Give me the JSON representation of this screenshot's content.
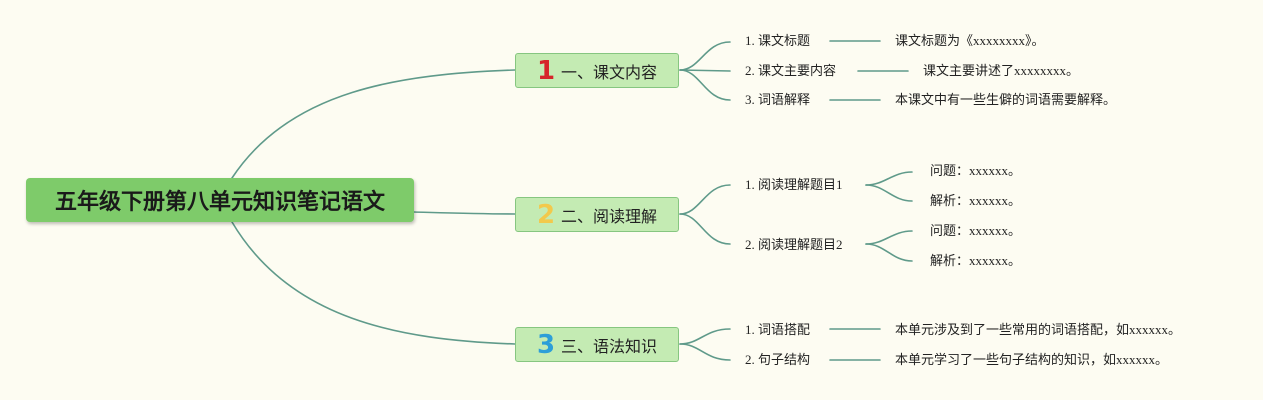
{
  "root": {
    "title": "五年级下册第八单元知识笔记语文"
  },
  "topics": [
    {
      "number": "1",
      "label": "一、课文内容",
      "items": [
        {
          "label": "1. 课文标题",
          "detail": "课文标题为《xxxxxxxx》。"
        },
        {
          "label": "2. 课文主要内容",
          "detail": "课文主要讲述了xxxxxxxx。"
        },
        {
          "label": "3. 词语解释",
          "detail": "本课文中有一些生僻的词语需要解释。"
        }
      ]
    },
    {
      "number": "2",
      "label": "二、阅读理解",
      "items": [
        {
          "label": "1. 阅读理解题目1",
          "question": "问题：xxxxxx。",
          "analysis": "解析：xxxxxx。"
        },
        {
          "label": "2. 阅读理解题目2",
          "question": "问题：xxxxxx。",
          "analysis": "解析：xxxxxx。"
        }
      ]
    },
    {
      "number": "3",
      "label": "三、语法知识",
      "items": [
        {
          "label": "1. 词语搭配",
          "detail": "本单元涉及到了一些常用的词语搭配，如xxxxxx。"
        },
        {
          "label": "2. 句子结构",
          "detail": "本单元学习了一些句子结构的知识，如xxxxxx。"
        }
      ]
    }
  ],
  "colors": {
    "line": "#5f9a8a",
    "root_fill": "#7ecb6a",
    "topic_fill": "#c4ebb3",
    "background": "#fdfcf2"
  }
}
